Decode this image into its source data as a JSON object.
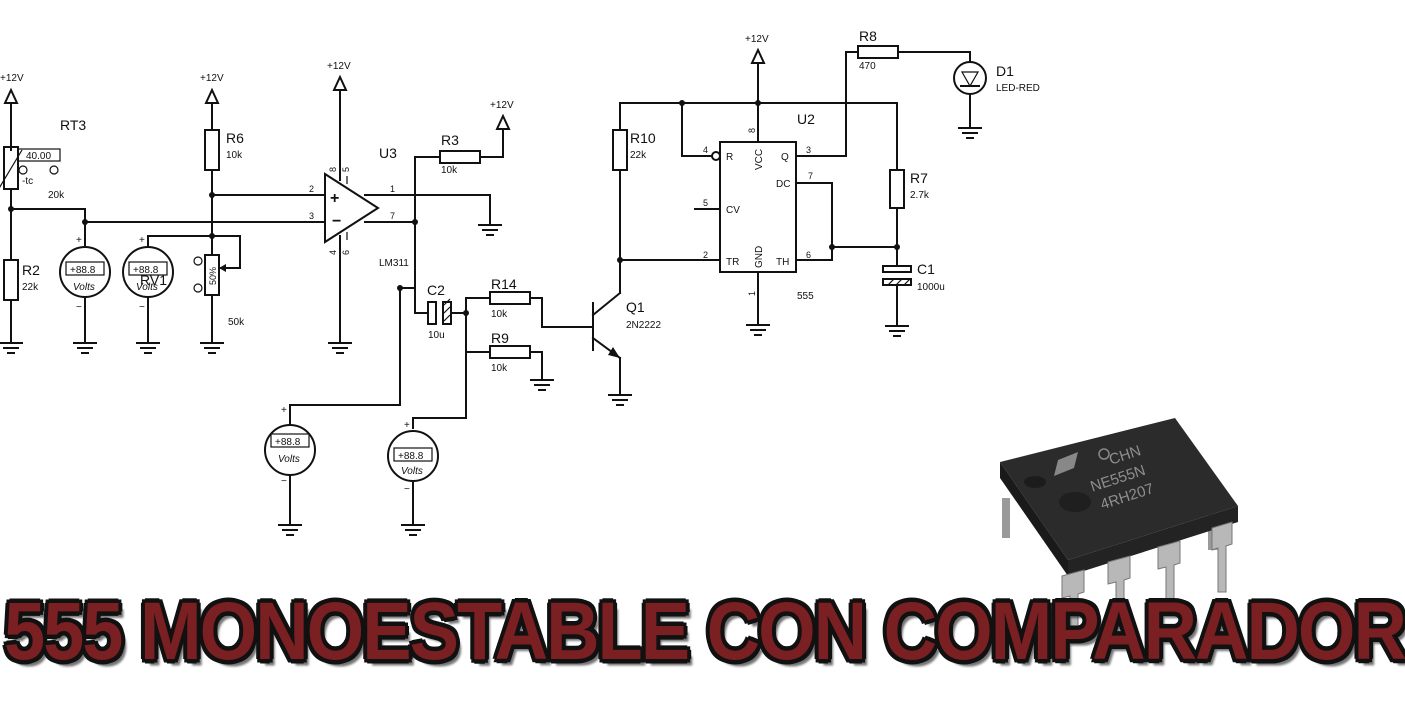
{
  "banner": {
    "title": "555 MONOESTABLE CON COMPARADOR"
  },
  "supply": {
    "label": "+12V"
  },
  "components": {
    "rt3": {
      "ref": "RT3",
      "display": "40.00",
      "tc": "-tc",
      "value": "20k"
    },
    "r2": {
      "ref": "R2",
      "value": "22k"
    },
    "r6": {
      "ref": "R6",
      "value": "10k"
    },
    "rv1": {
      "ref": "RV1",
      "percent": "50%",
      "value": "50k"
    },
    "u3": {
      "ref": "U3",
      "part": "LM311",
      "pins": {
        "p1": "1",
        "p2": "2",
        "p3": "3",
        "p4": "4",
        "p5": "5",
        "p6": "6",
        "p7": "7",
        "p8": "8"
      }
    },
    "r3": {
      "ref": "R3",
      "value": "10k"
    },
    "c2": {
      "ref": "C2",
      "value": "10u"
    },
    "r14": {
      "ref": "R14",
      "value": "10k"
    },
    "r9": {
      "ref": "R9",
      "value": "10k"
    },
    "q1": {
      "ref": "Q1",
      "part": "2N2222"
    },
    "r10": {
      "ref": "R10",
      "value": "22k"
    },
    "u2": {
      "ref": "U2",
      "part": "555",
      "pin_labels": {
        "r": "R",
        "vcc": "VCC",
        "q": "Q",
        "dc": "DC",
        "cv": "CV",
        "tr": "TR",
        "gnd": "GND",
        "th": "TH"
      },
      "pin_numbers": {
        "p1": "1",
        "p2": "2",
        "p3": "3",
        "p4": "4",
        "p5": "5",
        "p6": "6",
        "p7": "7",
        "p8": "8"
      }
    },
    "r8": {
      "ref": "R8",
      "value": "470"
    },
    "d1": {
      "ref": "D1",
      "part": "LED-RED"
    },
    "r7": {
      "ref": "R7",
      "value": "2.7k"
    },
    "c1": {
      "ref": "C1",
      "value": "1000u"
    }
  },
  "voltmeter": {
    "reading": "+88.8",
    "unit": "Volts",
    "plus": "+",
    "minus": "−"
  },
  "ic_photo": {
    "line1": "CHN",
    "line2": "NE555N",
    "line3": "4RH207"
  }
}
